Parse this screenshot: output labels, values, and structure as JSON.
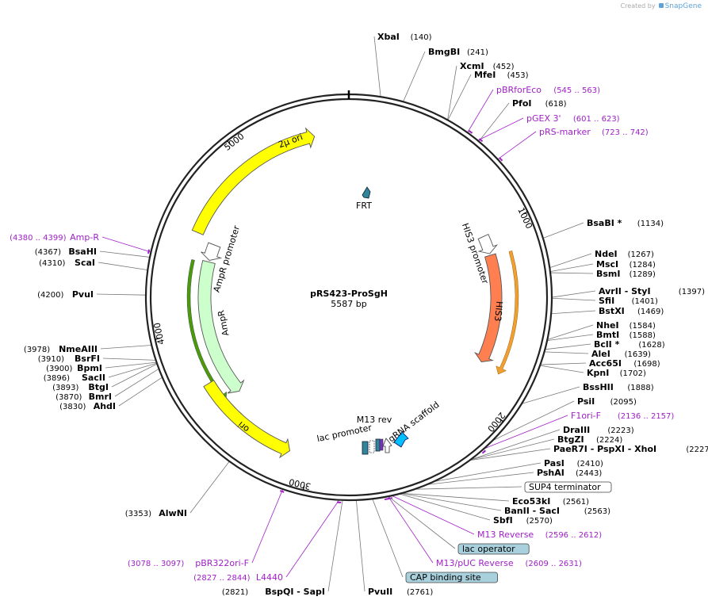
{
  "plasmid": {
    "name": "pRS423-ProSgH",
    "size_label": "5587 bp",
    "length": 5587
  },
  "brand": {
    "created_by": "Created by",
    "logo_text": "SnapGene"
  },
  "ticks": [
    {
      "pos": 1000,
      "label": "1000"
    },
    {
      "pos": 2000,
      "label": "2000"
    },
    {
      "pos": 3000,
      "label": "3000"
    },
    {
      "pos": 4000,
      "label": "4000"
    },
    {
      "pos": 5000,
      "label": "5000"
    }
  ],
  "features": [
    {
      "name": "2μ ori",
      "type": "rep_origin",
      "start": 4550,
      "end": 5400,
      "strand": 0,
      "color": "#ffff00",
      "show_label": true
    },
    {
      "name": "AmpR promoter",
      "type": "promoter",
      "start": 4420,
      "end": 4520,
      "strand": -1,
      "color": "#ffffff",
      "show_label": true
    },
    {
      "name": "AmpR",
      "type": "cds",
      "start": 3560,
      "end": 4410,
      "strand": -1,
      "color": "#ccffcc",
      "show_label": true
    },
    {
      "name": "ori",
      "type": "rep_origin",
      "start": 3120,
      "end": 3700,
      "strand": -1,
      "color": "#ffff00",
      "show_label": true
    },
    {
      "name": "HIS3 promoter",
      "type": "promoter",
      "start": 1020,
      "end": 1130,
      "strand": 1,
      "color": "#ffffff",
      "show_label": true
    },
    {
      "name": "HIS3",
      "type": "cds",
      "start": 1140,
      "end": 1800,
      "strand": 1,
      "color": "#ff7f50",
      "show_label": true
    },
    {
      "name": "FRT",
      "type": "misc",
      "start": 0,
      "end": 0,
      "strand": 1,
      "color": "#31849b",
      "show_label": true
    },
    {
      "name": "lac promoter",
      "type": "promoter",
      "start": 2760,
      "end": 2790,
      "strand": 1,
      "color": "#31849b",
      "show_label": true
    },
    {
      "name": "M13 rev",
      "type": "primer_bind",
      "start": 2700,
      "end": 2720,
      "strand": 1,
      "color": "#5b2c83",
      "show_label": true
    },
    {
      "name": "gRNA scaffold",
      "type": "misc",
      "start": 2640,
      "end": 2690,
      "strand": 1,
      "color": "#00bfff",
      "show_label": true
    }
  ],
  "sites_right": [
    {
      "name": "XbaI",
      "pos": "(140)"
    },
    {
      "name": "BmgBI",
      "pos": "(241)"
    },
    {
      "name": "XcmI",
      "pos": "(452)"
    },
    {
      "name": "MfeI",
      "pos": "(453)"
    },
    {
      "name": "pBRforEco",
      "pos": "(545 .. 563)",
      "primer": true
    },
    {
      "name": "PfoI",
      "pos": "(618)"
    },
    {
      "name": "pGEX 3'",
      "pos": "(601 .. 623)",
      "primer": true
    },
    {
      "name": "pRS-marker",
      "pos": "(723 .. 742)",
      "primer": true
    },
    {
      "name": "BsaBI *",
      "pos": "(1134)"
    },
    {
      "name": "NdeI",
      "pos": "(1267)"
    },
    {
      "name": "MscI",
      "pos": "(1284)"
    },
    {
      "name": "BsmI",
      "pos": "(1289)"
    },
    {
      "name": "AvrII - StyI",
      "pos": "(1397)"
    },
    {
      "name": "SfiI",
      "pos": "(1401)"
    },
    {
      "name": "BstXI",
      "pos": "(1469)"
    },
    {
      "name": "NheI",
      "pos": "(1584)"
    },
    {
      "name": "BmtI",
      "pos": "(1588)"
    },
    {
      "name": "BclI *",
      "pos": "(1628)"
    },
    {
      "name": "AleI",
      "pos": "(1639)"
    },
    {
      "name": "Acc65I",
      "pos": "(1698)"
    },
    {
      "name": "KpnI",
      "pos": "(1702)"
    },
    {
      "name": "BssHII",
      "pos": "(1888)"
    },
    {
      "name": "PsiI",
      "pos": "(2095)"
    },
    {
      "name": "F1ori-F",
      "pos": "(2136 .. 2157)",
      "primer": true
    },
    {
      "name": "DraIII",
      "pos": "(2223)"
    },
    {
      "name": "BtgZI",
      "pos": "(2224)"
    },
    {
      "name": "PaeR7I - PspXI - XhoI",
      "pos": "(2227)"
    },
    {
      "name": "PasI",
      "pos": "(2410)"
    },
    {
      "name": "PshAI",
      "pos": "(2443)"
    },
    {
      "name": "SUP4 terminator",
      "boxed": "white"
    },
    {
      "name": "Eco53kI",
      "pos": "(2561)"
    },
    {
      "name": "BanII - SacI",
      "pos": "(2563)"
    },
    {
      "name": "SbfI",
      "pos": "(2570)"
    },
    {
      "name": "M13 Reverse",
      "pos": "(2596 .. 2612)",
      "primer": true
    },
    {
      "name": "lac operator",
      "boxed": "blue"
    },
    {
      "name": "M13/pUC Reverse",
      "pos": "(2609 .. 2631)",
      "primer": true
    },
    {
      "name": "CAP binding site",
      "boxed": "blue"
    },
    {
      "name": "PvuII",
      "pos": "(2761)"
    }
  ],
  "sites_left": [
    {
      "name": "Amp-R",
      "pos": "(4380 .. 4399)",
      "primer": true
    },
    {
      "name": "BsaHI",
      "pos": "(4367)"
    },
    {
      "name": "ScaI",
      "pos": "(4310)"
    },
    {
      "name": "PvuI",
      "pos": "(4200)"
    },
    {
      "name": "NmeAIII",
      "pos": "(3978)"
    },
    {
      "name": "BsrFI",
      "pos": "(3910)"
    },
    {
      "name": "BpmI",
      "pos": "(3900)"
    },
    {
      "name": "SacII",
      "pos": "(3896)"
    },
    {
      "name": "BtgI",
      "pos": "(3893)"
    },
    {
      "name": "BmrI",
      "pos": "(3870)"
    },
    {
      "name": "AhdI",
      "pos": "(3830)"
    },
    {
      "name": "AlwNI",
      "pos": "(3353)"
    },
    {
      "name": "pBR322ori-F",
      "pos": "(3078 .. 3097)",
      "primer": true
    },
    {
      "name": "L4440",
      "pos": "(2827 .. 2844)",
      "primer": true
    },
    {
      "name": "BspQI - SapI",
      "pos": "(2821)"
    }
  ]
}
